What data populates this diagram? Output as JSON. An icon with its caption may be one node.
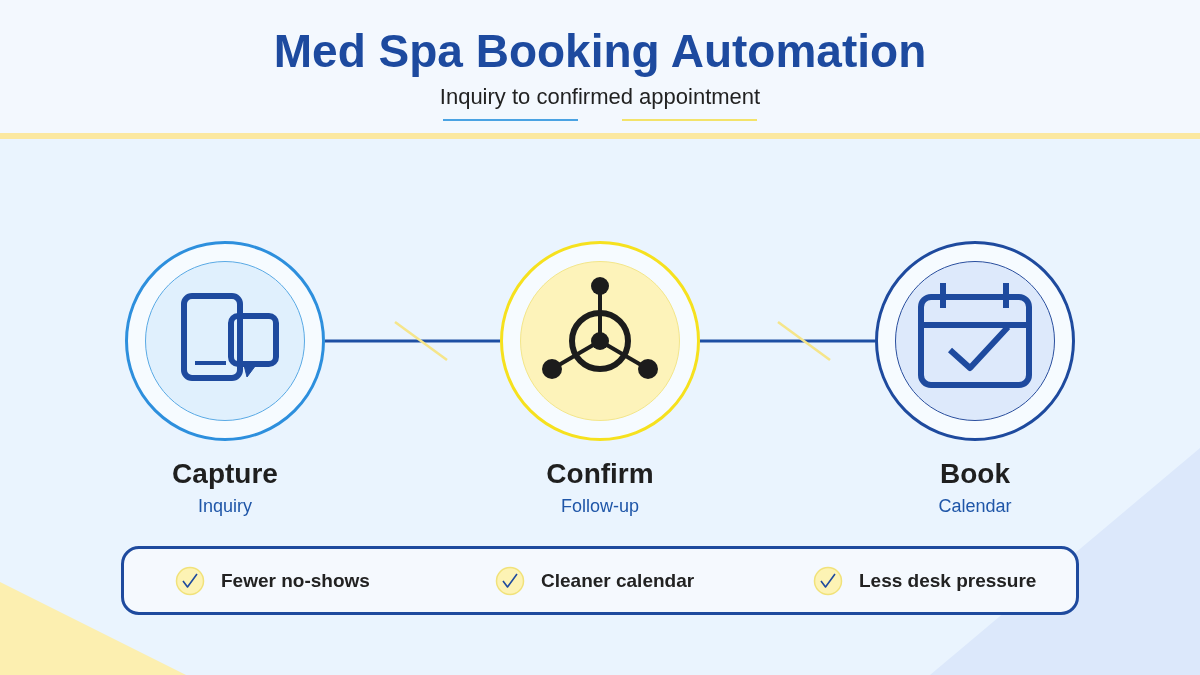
{
  "diagram": {
    "title": "Med Spa Booking Automation",
    "nodes": [
      {
        "text": [
          "Capture",
          "Inquiry"
        ]
      },
      {
        "text": [
          "Confirm",
          "Follow-up"
        ]
      },
      {
        "text": [
          "Book",
          "Calendar"
        ]
      },
      {
        "text": [
          "Fewer no-shows",
          "Cleaner calendar",
          "Less desk pressure"
        ]
      }
    ],
    "edges": [
      {
        "from": 0,
        "to": 1,
        "arrow": "none"
      },
      {
        "from": 1,
        "to": 2,
        "arrow": "none"
      }
    ],
    "labels": [
      "Inquiry to confirmed appointment"
    ]
  }
}
